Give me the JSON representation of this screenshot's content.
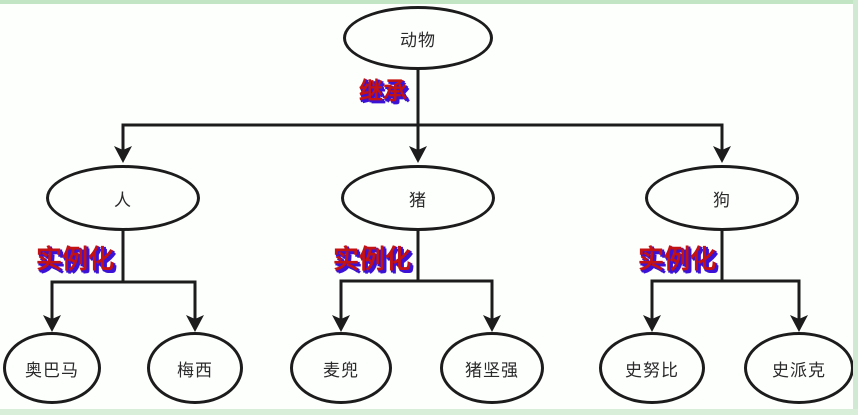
{
  "diagram": {
    "title_implicit": "class-inheritance-and-instantiation-tree",
    "root": {
      "label": "动物"
    },
    "root_edge_label": "继承",
    "classes": [
      {
        "label": "人",
        "edge_label": "实例化",
        "instances": [
          {
            "label": "奥巴马"
          },
          {
            "label": "梅西"
          }
        ]
      },
      {
        "label": "猪",
        "edge_label": "实例化",
        "instances": [
          {
            "label": "麦兜"
          },
          {
            "label": "猪坚强"
          }
        ]
      },
      {
        "label": "狗",
        "edge_label": "实例化",
        "instances": [
          {
            "label": "史努比"
          },
          {
            "label": "史派克"
          }
        ]
      }
    ],
    "colors": {
      "line": "#1c1c1c",
      "node_border": "#1c1c1c",
      "node_text": "#2a2a2a",
      "edge_label_red": "#c41111",
      "edge_label_blue": "#3b12d6",
      "background": "#fdfffd",
      "frame_green": "#cfe9d3"
    }
  }
}
